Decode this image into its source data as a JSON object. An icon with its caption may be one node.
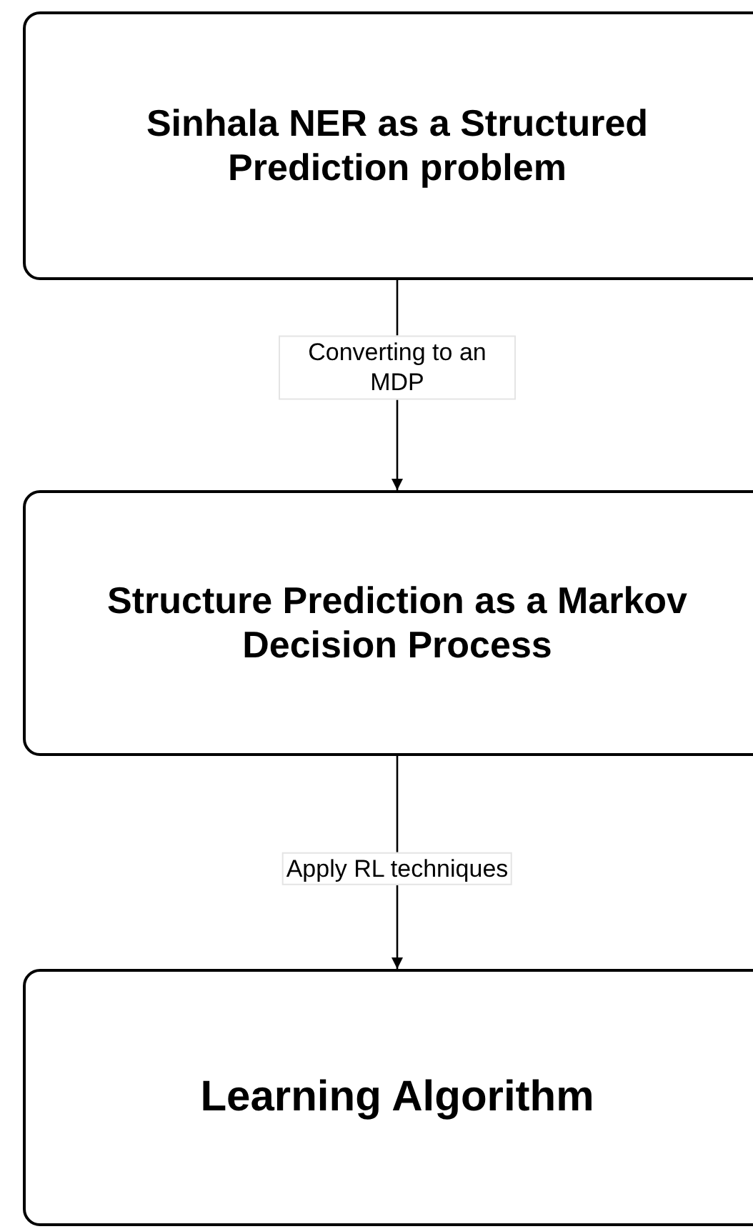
{
  "diagram": {
    "nodes": [
      {
        "text": [
          "Sinhala NER as a Structured Prediction problem"
        ]
      },
      {
        "text": [
          "Structure Prediction as a Markov Decision Process"
        ]
      },
      {
        "text": [
          "Learning Algorithm"
        ]
      }
    ],
    "edges": [
      {
        "from": 0,
        "to": 1,
        "arrow": "to",
        "label": "Converting to an MDP"
      },
      {
        "from": 1,
        "to": 2,
        "arrow": "to",
        "label": "Apply RL techniques"
      }
    ]
  }
}
